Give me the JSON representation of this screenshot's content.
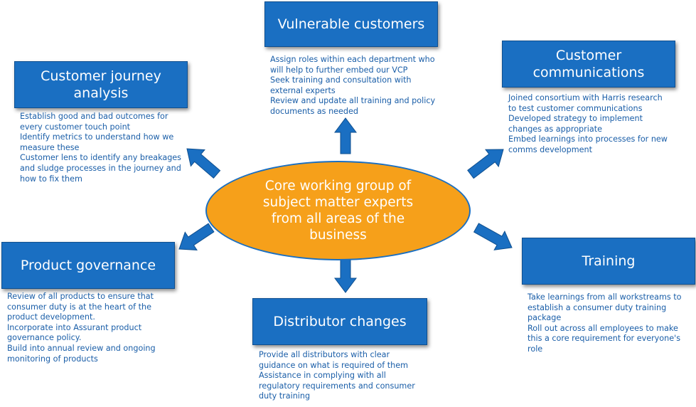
{
  "colors": {
    "box_fill": "#1a6fc2",
    "box_text": "#ffffff",
    "desc_text": "#1a5ea8",
    "ellipse_fill": "#f6a01a",
    "arrow_fill": "#1a6fc2"
  },
  "center": {
    "text": "Core working group of subject matter experts from all areas of the business"
  },
  "workstreams": {
    "vulnerable": {
      "title": "Vulnerable customers",
      "lines": [
        "Assign roles within each department who",
        "will help to further embed our VCP",
        "Seek training and consultation with",
        "external experts",
        "Review and update all training and policy",
        "documents as needed"
      ]
    },
    "journey": {
      "title": "Customer journey analysis",
      "lines": [
        "Establish good and bad outcomes for",
        "every customer touch point",
        "Identify metrics to understand how we",
        "measure these",
        "Customer lens to identify any breakages",
        "and sludge processes in the journey and",
        "how to fix them"
      ]
    },
    "communications": {
      "title": "Customer communications",
      "lines": [
        "Joined consortium with Harris research",
        "to test customer communications",
        "Developed strategy to implement",
        "changes as appropriate",
        "Embed learnings into processes for new",
        "comms development"
      ]
    },
    "product": {
      "title": "Product governance",
      "lines": [
        "Review of all products to ensure that",
        "consumer duty is at the heart of the",
        "product development.",
        "Incorporate into Assurant product",
        "governance policy.",
        "Build into annual review and ongoing",
        "monitoring of products"
      ]
    },
    "training": {
      "title": "Training",
      "lines": [
        "Take learnings from all workstreams to",
        "establish a consumer duty training",
        "package",
        "Roll out across all employees to make",
        "this a core requirement for everyone's",
        "role"
      ]
    },
    "distributor": {
      "title": "Distributor changes",
      "lines": [
        "Provide all distributors with clear",
        "guidance on what is required of them",
        "Assistance in complying with all",
        "regulatory requirements and consumer",
        "duty training"
      ]
    }
  }
}
